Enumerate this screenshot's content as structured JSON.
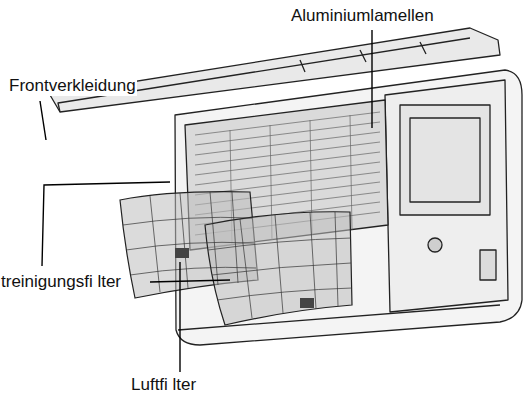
{
  "diagram": {
    "labels": [
      "Aluminiumlamellen",
      "Frontverkleidung",
      "treinigungsfi lter",
      "Luftfi lter"
    ]
  }
}
